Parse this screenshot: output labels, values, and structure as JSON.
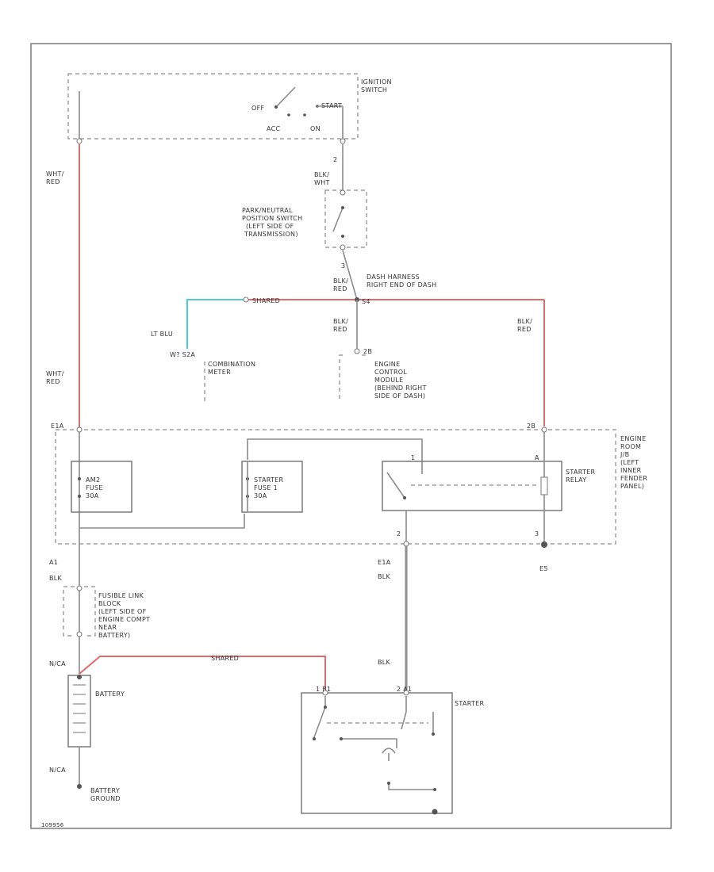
{
  "colors": {
    "red_wire": "#e06b6b",
    "lt_blue_wire": "#4fc9d9",
    "gray_wire": "#8c8c8c",
    "frame": "#7a7a7a"
  },
  "labels": {
    "ignition_switch": [
      "IGNITION",
      "SWITCH"
    ],
    "off": "OFF",
    "start": "START",
    "acc": "ACC",
    "on": "ON",
    "wht_red_top": [
      "WHT/",
      "RED"
    ],
    "blk_wht": [
      "BLK/",
      "WHT"
    ],
    "pin_ign_1": "2",
    "park_neutral": [
      "PARK/NEUTRAL",
      "POSITION SWITCH",
      "(LEFT SIDE OF",
      "TRANSMISSION)"
    ],
    "pin_pn": "3",
    "blk_red_1": [
      "BLK/",
      "RED"
    ],
    "dash_harness": [
      "DASH HARNESS",
      "RIGHT END OF DASH"
    ],
    "splice": "S4",
    "shared_1": "SHARED",
    "lt_blu": "LT BLU",
    "combo_pins": "W?   S2A",
    "combination_meter": [
      "COMBINATION",
      "METER"
    ],
    "blk_red_2": [
      "BLK/",
      "RED"
    ],
    "ecm_pin": "2B",
    "engine_control": [
      "ENGINE",
      "CONTROL",
      "MODULE",
      "(BEHIND RIGHT",
      "SIDE OF DASH)"
    ],
    "blk_red_3": [
      "BLK/",
      "RED"
    ],
    "wht_red_bottom": [
      "WHT/",
      "RED"
    ],
    "jb_pin_left": "E1A",
    "jb_pin_right": "2B",
    "engine_room_jb": [
      "ENGINE",
      "ROOM",
      "J/B",
      "(LEFT",
      "INNER",
      "FENDER",
      "PANEL)"
    ],
    "am_fuse": [
      "AM2",
      "FUSE",
      "30A"
    ],
    "starter_fuse": [
      "STARTER",
      "FUSE 1",
      "30A"
    ],
    "starter_relay": [
      "STARTER",
      "RELAY"
    ],
    "pin_relay_1": "1",
    "pin_relay_a": "A",
    "pin_relay_2": "2",
    "pin_relay_3": "3",
    "ground_e5": "E5",
    "a1": "A1",
    "blk_1": "BLK",
    "fusible_link": [
      "FUSIBLE LINK",
      "BLOCK",
      "(LEFT SIDE OF",
      "ENGINE COMPT",
      "NEAR",
      "BATTERY)"
    ],
    "e1a_bottom": "E1A",
    "blk_2": "BLK",
    "shared_2": "SHARED",
    "n_ca_top": "N/CA",
    "battery": "BATTERY",
    "n_ca_bottom": "N/CA",
    "battery_ground": [
      "BATTERY",
      "GROUND"
    ],
    "blk_3": "BLK",
    "starter_pin_b": "1   B1",
    "starter_pin_a": "2   A1",
    "starter": "STARTER",
    "image_id": "109956"
  }
}
